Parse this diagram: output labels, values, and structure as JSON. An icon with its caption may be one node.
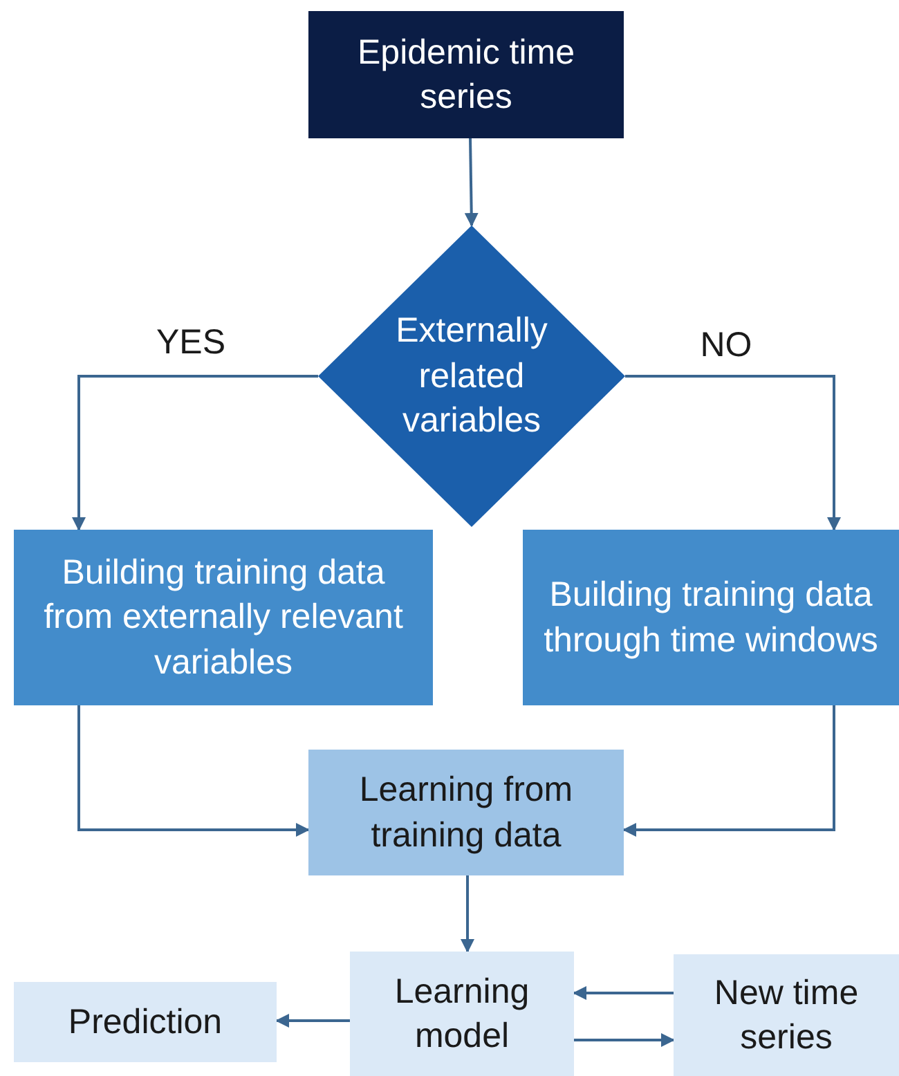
{
  "diagram": {
    "nodes": [
      {
        "text": [
          "Epidemic time series"
        ]
      },
      {
        "text": [
          "Externally related variables"
        ]
      },
      {
        "text": [
          "Building training data from externally relevant variables"
        ]
      },
      {
        "text": [
          "Building training data through time windows"
        ]
      },
      {
        "text": [
          "Learning from training data"
        ]
      },
      {
        "text": [
          "Learning model"
        ]
      },
      {
        "text": [
          "New time series"
        ]
      },
      {
        "text": [
          "Prediction"
        ]
      }
    ],
    "edges": [
      {
        "from": 0,
        "to": 1,
        "arrow": "to"
      },
      {
        "from": 1,
        "to": 2,
        "arrow": "to",
        "label": "YES"
      },
      {
        "from": 1,
        "to": 3,
        "arrow": "to",
        "label": "NO"
      },
      {
        "from": 2,
        "to": 4,
        "arrow": "to"
      },
      {
        "from": 3,
        "to": 4,
        "arrow": "to"
      },
      {
        "from": 4,
        "to": 5,
        "arrow": "to"
      },
      {
        "from": 5,
        "to": 7,
        "arrow": "to"
      },
      {
        "from": 6,
        "to": 5,
        "arrow": "to"
      },
      {
        "from": 5,
        "to": 6,
        "arrow": "to"
      }
    ]
  }
}
